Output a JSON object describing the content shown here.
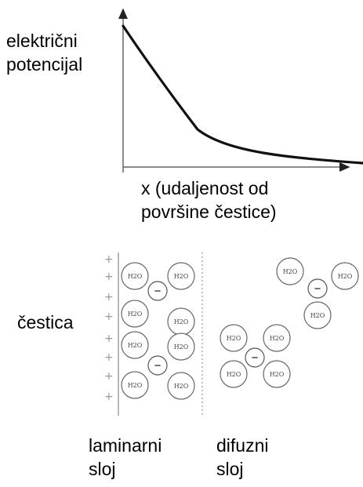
{
  "labels": {
    "y_axis": [
      "električni",
      "potencijal"
    ],
    "x_axis": [
      "x (udaljenost od",
      "površine čestice)"
    ],
    "particle": "čestica",
    "laminar_layer": [
      "laminarni",
      "sloj"
    ],
    "diffuse_layer": [
      "difuzni",
      "sloj"
    ]
  },
  "chart_data": {
    "type": "line",
    "title": "",
    "xlabel": "x (udaljenost od površine čestice)",
    "ylabel": "električni potencijal",
    "description_curve": "decays with distance"
  },
  "symbols": {
    "water": "H2O",
    "anion": "−",
    "surface_charge": "+"
  }
}
